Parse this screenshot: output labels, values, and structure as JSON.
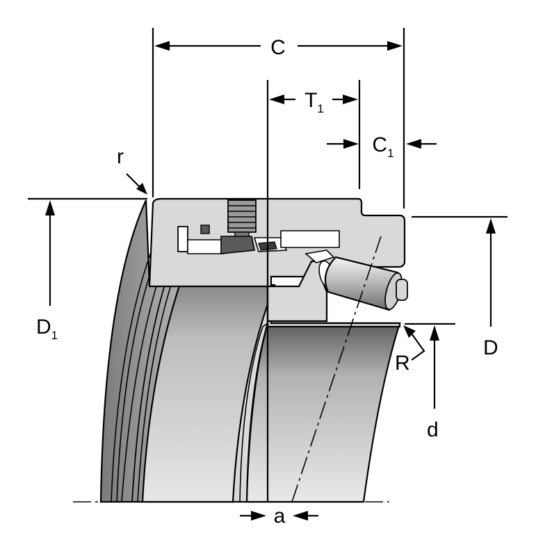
{
  "labels": {
    "C": "C",
    "T1_main": "T",
    "T1_sub": "1",
    "C1_main": "C",
    "C1_sub": "1",
    "r": "r",
    "D1_main": "D",
    "D1_sub": "1",
    "D": "D",
    "R": "R",
    "d": "d",
    "a": "a"
  },
  "colors": {
    "line": "#000000",
    "body_light": "#e0e0e0",
    "body_mid": "#bdbdbd",
    "body_dark": "#8e8e8e",
    "inner_dark": "#6f6f6f"
  }
}
